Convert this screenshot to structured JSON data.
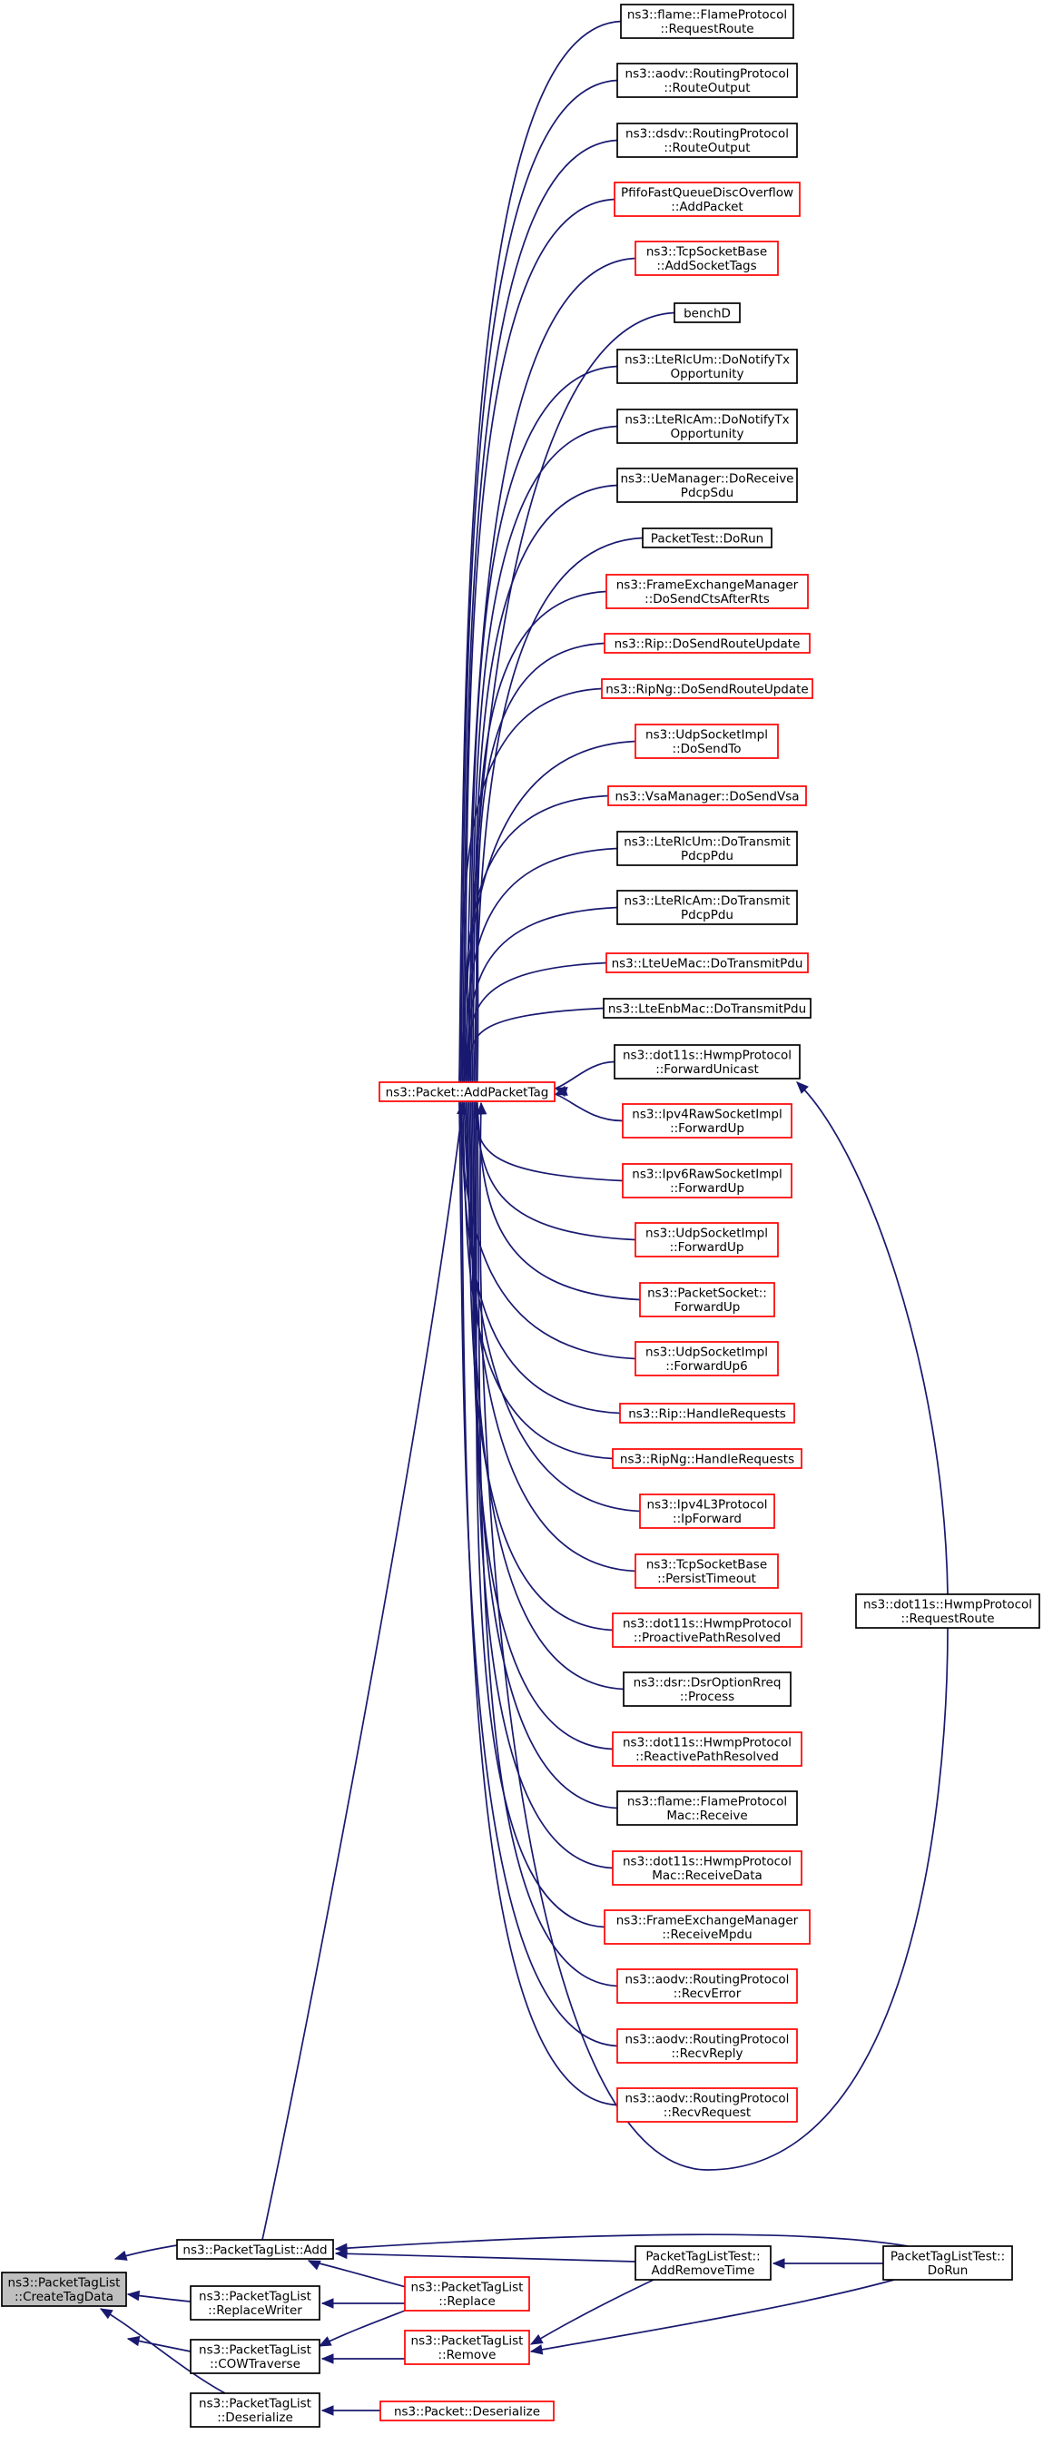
{
  "colors": {
    "edge": "#191970",
    "missing_doc_border": "#ff0000",
    "focus_fill": "#bfbfbf"
  },
  "nodes": [
    {
      "id": "n_createtagdata",
      "lines": [
        "ns3::PacketTagList",
        "::CreateTagData"
      ],
      "style": "focus"
    },
    {
      "id": "n_add",
      "lines": [
        "ns3::PacketTagList::Add"
      ],
      "style": "black"
    },
    {
      "id": "n_replacewriter",
      "lines": [
        "ns3::PacketTagList",
        "::ReplaceWriter"
      ],
      "style": "black"
    },
    {
      "id": "n_cowtraverse",
      "lines": [
        "ns3::PacketTagList",
        "::COWTraverse"
      ],
      "style": "black"
    },
    {
      "id": "n_deserialize",
      "lines": [
        "ns3::PacketTagList",
        "::Deserialize"
      ],
      "style": "black"
    },
    {
      "id": "n_addpackettag",
      "lines": [
        "ns3::Packet::AddPacketTag"
      ],
      "style": "red"
    },
    {
      "id": "n_ptl_replace",
      "lines": [
        "ns3::PacketTagList",
        "::Replace"
      ],
      "style": "red"
    },
    {
      "id": "n_ptl_remove",
      "lines": [
        "ns3::PacketTagList",
        "::Remove"
      ],
      "style": "red"
    },
    {
      "id": "n_packet_deserialize",
      "lines": [
        "ns3::Packet::Deserialize"
      ],
      "style": "red"
    },
    {
      "id": "n_addremovetime",
      "lines": [
        "PacketTagListTest::",
        "AddRemoveTime"
      ],
      "style": "black"
    },
    {
      "id": "n_ptltest_dorun",
      "lines": [
        "PacketTagListTest::",
        "DoRun"
      ],
      "style": "black"
    },
    {
      "id": "n_hwmp_requestroute",
      "lines": [
        "ns3::dot11s::HwmpProtocol",
        "::RequestRoute"
      ],
      "style": "black"
    },
    {
      "id": "c01",
      "lines": [
        "ns3::flame::FlameProtocol",
        "::RequestRoute"
      ],
      "style": "black"
    },
    {
      "id": "c02",
      "lines": [
        "ns3::aodv::RoutingProtocol",
        "::RouteOutput"
      ],
      "style": "black"
    },
    {
      "id": "c03",
      "lines": [
        "ns3::dsdv::RoutingProtocol",
        "::RouteOutput"
      ],
      "style": "black"
    },
    {
      "id": "c04",
      "lines": [
        "PfifoFastQueueDiscOverflow",
        "::AddPacket"
      ],
      "style": "red"
    },
    {
      "id": "c05",
      "lines": [
        "ns3::TcpSocketBase",
        "::AddSocketTags"
      ],
      "style": "red"
    },
    {
      "id": "c06",
      "lines": [
        "benchD"
      ],
      "style": "black"
    },
    {
      "id": "c07",
      "lines": [
        "ns3::LteRlcUm::DoNotifyTx",
        "Opportunity"
      ],
      "style": "black"
    },
    {
      "id": "c08",
      "lines": [
        "ns3::LteRlcAm::DoNotifyTx",
        "Opportunity"
      ],
      "style": "black"
    },
    {
      "id": "c09",
      "lines": [
        "ns3::UeManager::DoReceive",
        "PdcpSdu"
      ],
      "style": "black"
    },
    {
      "id": "c10",
      "lines": [
        "PacketTest::DoRun"
      ],
      "style": "black"
    },
    {
      "id": "c11",
      "lines": [
        "ns3::FrameExchangeManager",
        "::DoSendCtsAfterRts"
      ],
      "style": "red"
    },
    {
      "id": "c12",
      "lines": [
        "ns3::Rip::DoSendRouteUpdate"
      ],
      "style": "red"
    },
    {
      "id": "c13",
      "lines": [
        "ns3::RipNg::DoSendRouteUpdate"
      ],
      "style": "red"
    },
    {
      "id": "c14",
      "lines": [
        "ns3::UdpSocketImpl",
        "::DoSendTo"
      ],
      "style": "red"
    },
    {
      "id": "c15",
      "lines": [
        "ns3::VsaManager::DoSendVsa"
      ],
      "style": "red"
    },
    {
      "id": "c16",
      "lines": [
        "ns3::LteRlcUm::DoTransmit",
        "PdcpPdu"
      ],
      "style": "black"
    },
    {
      "id": "c17",
      "lines": [
        "ns3::LteRlcAm::DoTransmit",
        "PdcpPdu"
      ],
      "style": "black"
    },
    {
      "id": "c18",
      "lines": [
        "ns3::LteUeMac::DoTransmitPdu"
      ],
      "style": "red"
    },
    {
      "id": "c19",
      "lines": [
        "ns3::LteEnbMac::DoTransmitPdu"
      ],
      "style": "black"
    },
    {
      "id": "c20",
      "lines": [
        "ns3::dot11s::HwmpProtocol",
        "::ForwardUnicast"
      ],
      "style": "black"
    },
    {
      "id": "c21",
      "lines": [
        "ns3::Ipv4RawSocketImpl",
        "::ForwardUp"
      ],
      "style": "red"
    },
    {
      "id": "c22",
      "lines": [
        "ns3::Ipv6RawSocketImpl",
        "::ForwardUp"
      ],
      "style": "red"
    },
    {
      "id": "c23",
      "lines": [
        "ns3::UdpSocketImpl",
        "::ForwardUp"
      ],
      "style": "red"
    },
    {
      "id": "c24",
      "lines": [
        "ns3::PacketSocket::",
        "ForwardUp"
      ],
      "style": "red"
    },
    {
      "id": "c25",
      "lines": [
        "ns3::UdpSocketImpl",
        "::ForwardUp6"
      ],
      "style": "red"
    },
    {
      "id": "c26",
      "lines": [
        "ns3::Rip::HandleRequests"
      ],
      "style": "red"
    },
    {
      "id": "c27",
      "lines": [
        "ns3::RipNg::HandleRequests"
      ],
      "style": "red"
    },
    {
      "id": "c28",
      "lines": [
        "ns3::Ipv4L3Protocol",
        "::IpForward"
      ],
      "style": "red"
    },
    {
      "id": "c29",
      "lines": [
        "ns3::TcpSocketBase",
        "::PersistTimeout"
      ],
      "style": "red"
    },
    {
      "id": "c30",
      "lines": [
        "ns3::dot11s::HwmpProtocol",
        "::ProactivePathResolved"
      ],
      "style": "red"
    },
    {
      "id": "c31",
      "lines": [
        "ns3::dsr::DsrOptionRreq",
        "::Process"
      ],
      "style": "black"
    },
    {
      "id": "c32",
      "lines": [
        "ns3::dot11s::HwmpProtocol",
        "::ReactivePathResolved"
      ],
      "style": "red"
    },
    {
      "id": "c33",
      "lines": [
        "ns3::flame::FlameProtocol",
        "Mac::Receive"
      ],
      "style": "black"
    },
    {
      "id": "c34",
      "lines": [
        "ns3::dot11s::HwmpProtocol",
        "Mac::ReceiveData"
      ],
      "style": "red"
    },
    {
      "id": "c35",
      "lines": [
        "ns3::FrameExchangeManager",
        "::ReceiveMpdu"
      ],
      "style": "red"
    },
    {
      "id": "c36",
      "lines": [
        "ns3::aodv::RoutingProtocol",
        "::RecvError"
      ],
      "style": "red"
    },
    {
      "id": "c37",
      "lines": [
        "ns3::aodv::RoutingProtocol",
        "::RecvReply"
      ],
      "style": "red"
    },
    {
      "id": "c38",
      "lines": [
        "ns3::aodv::RoutingProtocol",
        "::RecvRequest"
      ],
      "style": "red"
    }
  ]
}
